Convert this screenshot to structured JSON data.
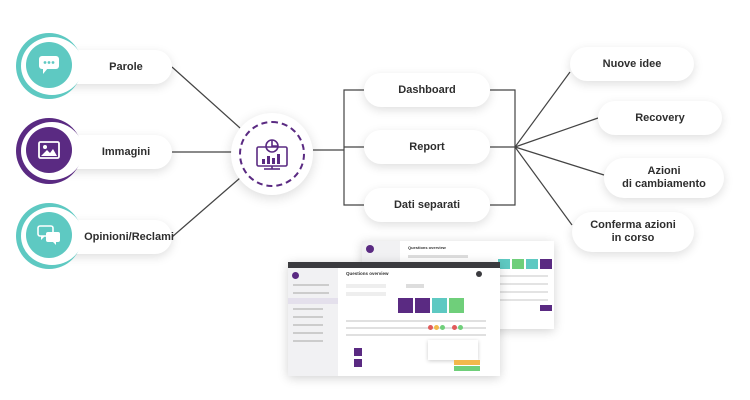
{
  "sources": [
    {
      "label": "Parole",
      "icon": "chat-bubble-icon",
      "color": "#5ec9c2"
    },
    {
      "label": "Immagini",
      "icon": "image-icon",
      "color": "#5a2a82"
    },
    {
      "label": "Opinioni/Reclami",
      "icon": "comments-icon",
      "color": "#5ec9c2"
    }
  ],
  "hub": {
    "icon": "analytics-monitor-icon",
    "color": "#5a2a82"
  },
  "outputs": [
    "Dashboard",
    "Report",
    "Dati separati"
  ],
  "results": [
    {
      "line1": "Nuove idee",
      "line2": ""
    },
    {
      "line1": "Recovery",
      "line2": ""
    },
    {
      "line1": "Azioni",
      "line2": "di cambiamento"
    },
    {
      "line1": "Conferma azioni",
      "line2": "in corso"
    }
  ],
  "screenshot": {
    "title": "Questions overview"
  },
  "colors": {
    "teal": "#5ec9c2",
    "purple": "#5a2a82",
    "line": "#444444"
  }
}
